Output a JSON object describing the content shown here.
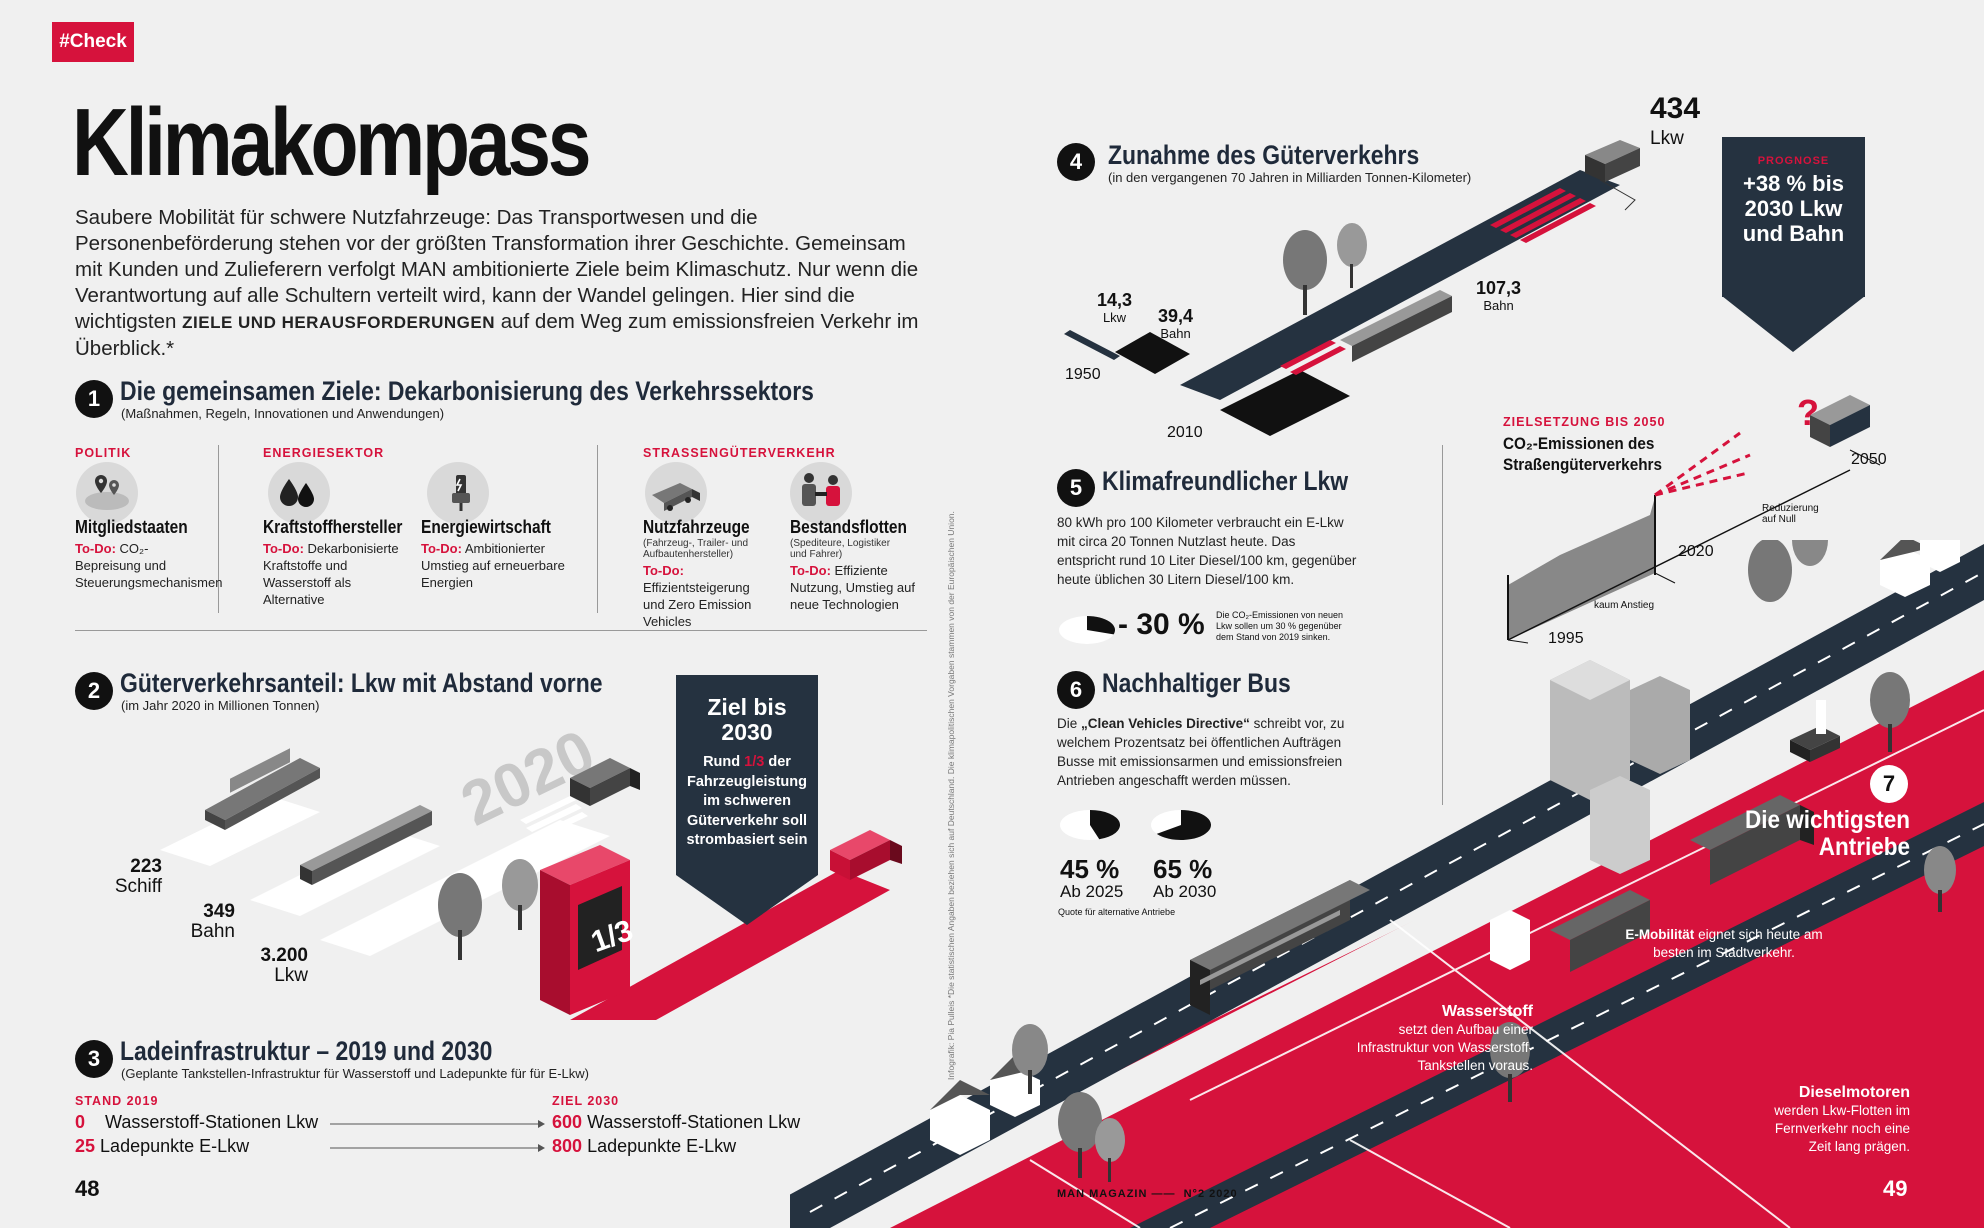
{
  "tag": "#Check",
  "title": "Klimakompass",
  "intro": "Saubere Mobilität für schwere Nutzfahrzeuge: Das Transportwesen und die Personenbeförderung stehen vor der größten Transformation ihrer Geschichte. Gemeinsam mit Kunden und Zulieferern verfolgt MAN ambitionierte Ziele beim Klimaschutz. Nur wenn die Verantwortung auf alle Schultern verteilt wird, kann der Wandel gelingen. Hier sind die wichtigsten",
  "intro_bold": "ZIELE UND HERAUSFORDERUNGEN",
  "intro_end": "auf dem Weg zum emissionsfreien Verkehr im Überblick.*",
  "s1": {
    "num": "1",
    "title": "Die gemeinsamen Ziele: Dekarbonisierung des Verkehrssektors",
    "sub": "(Maßnahmen, Regeln, Innovationen und Anwendungen)",
    "cat_politik": "POLITIK",
    "cat_energie": "ENERGIESEKTOR",
    "cat_strasse": "STRASSENGÜTERVERKEHR",
    "todo": "To-Do:",
    "items": [
      {
        "title": "Mitgliedstaaten",
        "sub": "",
        "text": "CO₂-Bepreisung und Steuerungsmechanismen",
        "icon": "map-pin-icon"
      },
      {
        "title": "Kraftstoffhersteller",
        "sub": "",
        "text": "Dekarbonisierte Kraftstoffe und Wasserstoff als Alternative",
        "icon": "droplet-icon"
      },
      {
        "title": "Energiewirtschaft",
        "sub": "",
        "text": "Ambitionierter Umstieg auf erneuerbare Energien",
        "icon": "charging-plug-icon"
      },
      {
        "title": "Nutzfahrzeuge",
        "sub": "(Fahrzeug-, Trailer- und Aufbautenhersteller)",
        "text": "Effizientsteigerung und Zero Emission Vehicles",
        "icon": "truck-icon"
      },
      {
        "title": "Bestandsflotten",
        "sub": "(Spediteure, Logistiker und Fahrer)",
        "text": "Effiziente Nutzung, Umstieg auf neue Technologien",
        "icon": "handshake-icon"
      }
    ]
  },
  "s2": {
    "num": "2",
    "title": "Güterverkehrsanteil: Lkw mit Abstand vorne",
    "sub": "(im Jahr 2020 in Millionen Tonnen)",
    "year": "2020",
    "goal_title": "Ziel bis 2030",
    "goal_pre": "Rund",
    "goal_frac": "1/3",
    "goal_post": "der Fahrzeugleistung im schweren Güterverkehr soll strombasiert sein",
    "pump_text": "1/3"
  },
  "s3": {
    "num": "3",
    "title": "Ladeinfrastruktur – 2019 und 2030",
    "sub": "(Geplante Tankstellen-Infrastruktur für Wasserstoff und Ladepunkte für für E-Lkw)",
    "stand_label": "STAND 2019",
    "ziel_label": "ZIEL 2030",
    "rows": [
      {
        "v2019": "0",
        "label2019": "Wasserstoff-Stationen Lkw",
        "v2030": "600",
        "label2030": "Wasserstoff-Stationen Lkw"
      },
      {
        "v2019": "25",
        "label2019": "Ladepunkte E-Lkw",
        "v2030": "800",
        "label2030": "Ladepunkte E-Lkw"
      }
    ]
  },
  "s4": {
    "num": "4",
    "title": "Zunahme des Güterverkehrs",
    "sub": "(in den vergangenen 70 Jahren in Milliarden Tonnen-Kilometer)",
    "y1950": "1950",
    "y2010": "2010",
    "prognose_label": "PROGNOSE",
    "prognose_text": "+38 % bis 2030 Lkw und Bahn"
  },
  "zielsetzung": {
    "label": "ZIELSETZUNG BIS 2050",
    "title": "CO₂-Emissionen des Straßengüterverkehrs",
    "kaum": "kaum Anstieg",
    "reduz": "Reduzierung auf Null",
    "y1995": "1995",
    "y2020": "2020",
    "y2050": "2050",
    "q": "?"
  },
  "s5": {
    "num": "5",
    "title": "Klimafreundlicher Lkw",
    "text": "80 kWh pro 100 Kilometer verbraucht ein E-Lkw mit circa 20 Tonnen Nutzlast heute. Das entspricht rund 10 Liter Diesel/100 km, gegenüber heute üblichen 30 Litern Diesel/100 km.",
    "pct": "- 30 %",
    "note": "Die CO₂-Emissionen von neuen Lkw sollen um 30 % gegenüber dem Stand von 2019 sinken."
  },
  "s6": {
    "num": "6",
    "title": "Nachhaltiger Bus",
    "text_pre": "Die",
    "text_bold": "„Clean Vehicles Directive“",
    "text_post": "schreibt vor, zu welchem Prozentsatz bei öffentlichen Aufträgen Busse mit emissionsarmen und emissionsfreien Antrieben angeschafft werden müssen.",
    "p1": "45 %",
    "p1y": "Ab 2025",
    "p2": "65 %",
    "p2y": "Ab 2030",
    "quote": "Quote für alternative Antriebe"
  },
  "s7": {
    "num": "7",
    "title": "Die wichtigsten Antriebe",
    "emob_b": "E-Mobilität",
    "emob_t": "eignet sich heute am besten im Stadtverkehr.",
    "wasser_b": "Wasserstoff",
    "wasser_t": "setzt den Aufbau einer Infrastruktur von Wasserstoff-Tankstellen voraus.",
    "diesel_b": "Dieselmotoren",
    "diesel_t": "werden Lkw-Flotten im Fernverkehr noch eine Zeit lang prägen."
  },
  "side_note": "Infografik: Pia Pulleis *Die statistischen Angaben beziehen sich auf Deutschland. Die klimapolitischen Vorgaben stammen von der Europäischen Union.",
  "footer": {
    "page_left": "48",
    "page_right": "49",
    "mag": "MAN MAGAZIN",
    "issue": "N°2 2020"
  },
  "chart_data": [
    {
      "type": "bar",
      "title": "Güterverkehrsanteil: Lkw mit Abstand vorne",
      "categories": [
        "Schiff",
        "Bahn",
        "Lkw"
      ],
      "values": [
        223,
        349,
        3200
      ],
      "value_labels": [
        "223",
        "349",
        "3.200"
      ]
    },
    {
      "type": "bar",
      "title": "Zunahme des Güterverkehrs",
      "series": [
        {
          "name": "Lkw",
          "x": [
            "1950",
            "2010"
          ],
          "values": [
            14.3,
            434
          ],
          "value_labels": [
            "14,3",
            "434"
          ]
        },
        {
          "name": "Bahn",
          "x": [
            "1950",
            "2010"
          ],
          "values": [
            39.4,
            107.3
          ],
          "value_labels": [
            "39,4",
            "107,3"
          ]
        }
      ]
    },
    {
      "type": "area",
      "title": "CO₂-Emissionen des Straßengüterverkehrs",
      "x": [
        "1995",
        "2020",
        "2050"
      ],
      "annotations": [
        "kaum Anstieg",
        "Reduzierung auf Null"
      ]
    },
    {
      "type": "pie",
      "title": "Klimafreundlicher Lkw",
      "values": [
        30
      ],
      "value_labels": [
        "- 30 %"
      ]
    },
    {
      "type": "pie",
      "title": "Nachhaltiger Bus",
      "categories": [
        "Ab 2025",
        "Ab 2030"
      ],
      "values": [
        45,
        65
      ],
      "value_labels": [
        "45 %",
        "65 %"
      ]
    }
  ]
}
